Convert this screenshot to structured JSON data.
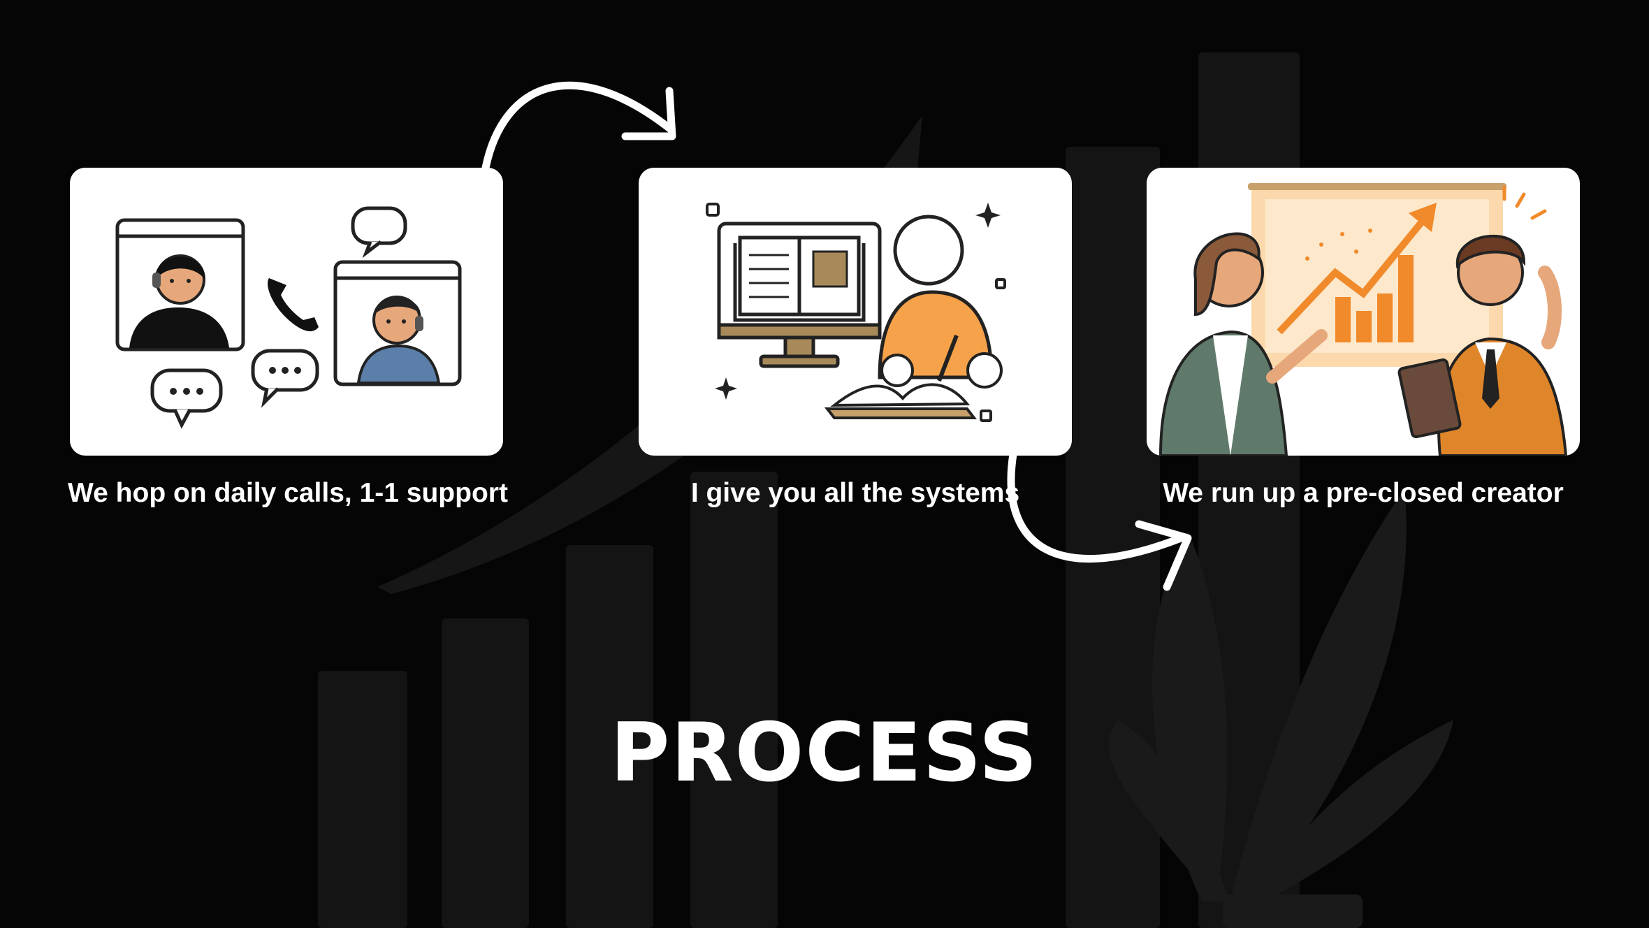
{
  "steps": [
    {
      "caption": "We hop on daily calls, 1-1 support"
    },
    {
      "caption": "I give you all the systems"
    },
    {
      "caption": "We run up a pre-closed creator"
    }
  ],
  "title": "PROCESS",
  "colors": {
    "background": "#050505",
    "card": "#ffffff",
    "accent": "#f08a2a",
    "text": "#ffffff"
  },
  "icons": [
    "video-call-illustration",
    "phone-icon",
    "chat-bubble-icon",
    "study-computer-illustration",
    "presentation-chart-illustration",
    "curved-arrow-icon"
  ]
}
